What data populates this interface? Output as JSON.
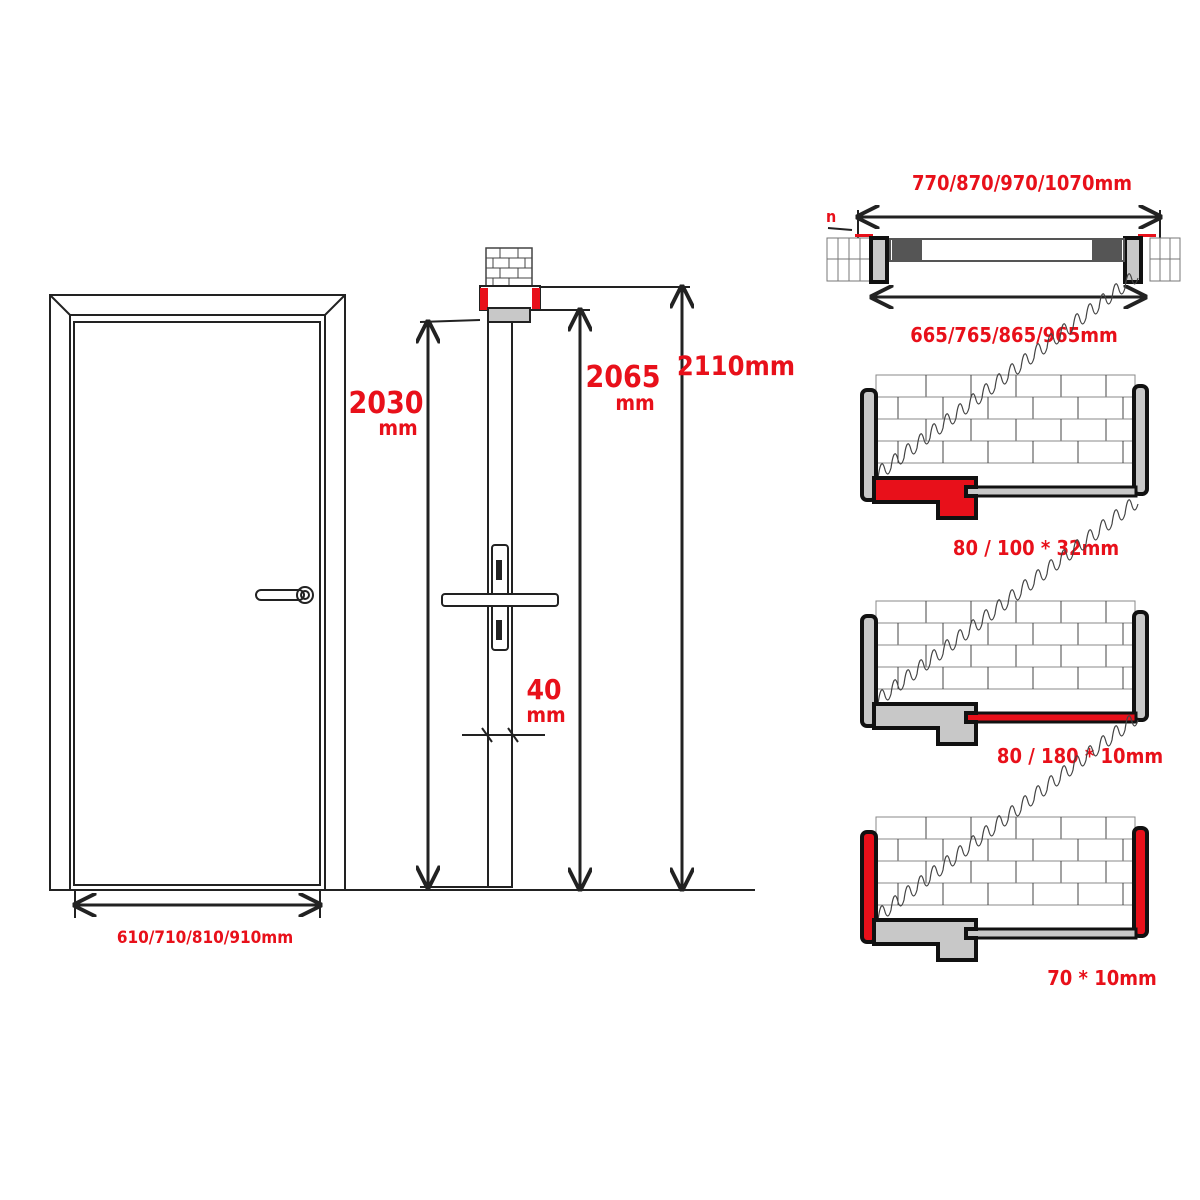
{
  "door_front": {
    "width_label": "610/710/810/910mm"
  },
  "door_side": {
    "height_door": {
      "value": "2030",
      "unit": "mm"
    },
    "height_frame": {
      "value": "2065",
      "unit": "mm"
    },
    "height_total": "2110mm",
    "thickness": {
      "value": "40",
      "unit": "mm"
    }
  },
  "top_section": {
    "outer_width_label": "770/870/970/1070mm",
    "inner_width_label": "665/765/865/965mm",
    "n_label": "n"
  },
  "sections": [
    {
      "label": "80 / 100 * 32mm",
      "highlight": "frame"
    },
    {
      "label": "80 / 180 * 10mm",
      "highlight": "extension"
    },
    {
      "label": "70 * 10mm",
      "highlight": "casing"
    }
  ],
  "colors": {
    "accent": "#e8101a",
    "line": "#222222",
    "gray": "#c8c8c8"
  }
}
